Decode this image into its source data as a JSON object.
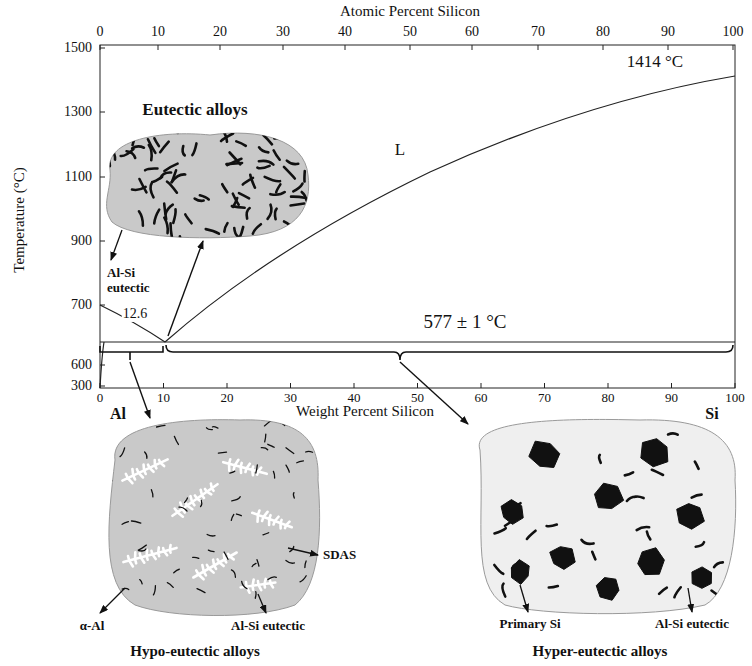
{
  "diagram": {
    "labels": [
      "Atomic Percent Silicon",
      "0",
      "10",
      "20",
      "30",
      "40",
      "50",
      "60",
      "70",
      "80",
      "90",
      "100",
      "1500",
      "1300",
      "1100",
      "900",
      "700",
      "600",
      "300",
      "Temperature (°C)",
      "1414 °C",
      "L",
      "Eutectic alloys",
      "Al-Si eutectic",
      "12.6",
      "577 ± 1 °C",
      "Al",
      "0",
      "10",
      "20",
      "30",
      "40",
      "50",
      "60",
      "70",
      "80",
      "90",
      "100",
      "Weight Percent Silicon",
      "Si",
      "SDAS",
      "α-Al",
      "Al-Si eutectic",
      "Hypo-eutectic alloys",
      "Primary Si",
      "Al-Si eutectic",
      "Hyper-eutectic alloys"
    ]
  }
}
